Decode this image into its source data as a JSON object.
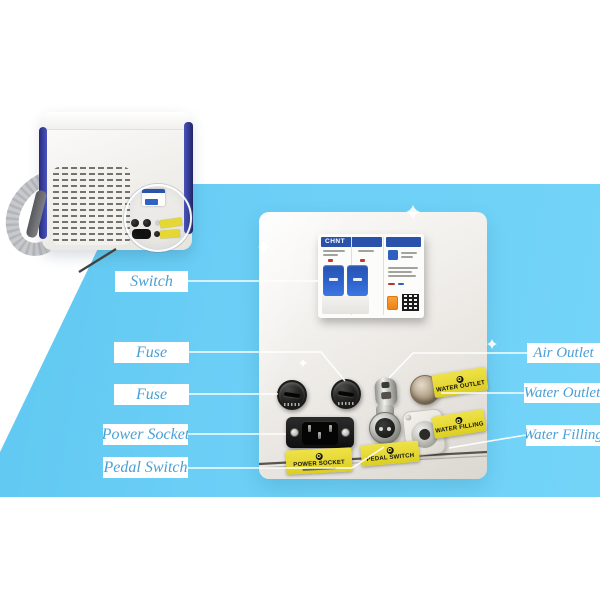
{
  "callouts": {
    "left": [
      {
        "label": "Switch"
      },
      {
        "label": "Fuse"
      },
      {
        "label": "Fuse"
      },
      {
        "label": "Power Socket"
      },
      {
        "label": "Pedal Switch"
      }
    ],
    "right": [
      {
        "label": "Air Outlet"
      },
      {
        "label": "Water Outlet"
      },
      {
        "label": "Water Filling"
      }
    ]
  },
  "panel": {
    "breaker": {
      "brand": "CHNT"
    },
    "stickers": {
      "power_socket": "POWER SOCKET",
      "pedal_switch": "PEDAL SWITCH",
      "water_outlet": "WATER OUTLET",
      "water_filling": "WATER FILLING"
    }
  },
  "colors": {
    "band_blue": "#67cdf5",
    "label_text_blue": "#4aa0d6",
    "sticker_yellow": "#e6d832",
    "breaker_blue": "#2a52ab",
    "trip_button_orange": "#f6921e"
  }
}
